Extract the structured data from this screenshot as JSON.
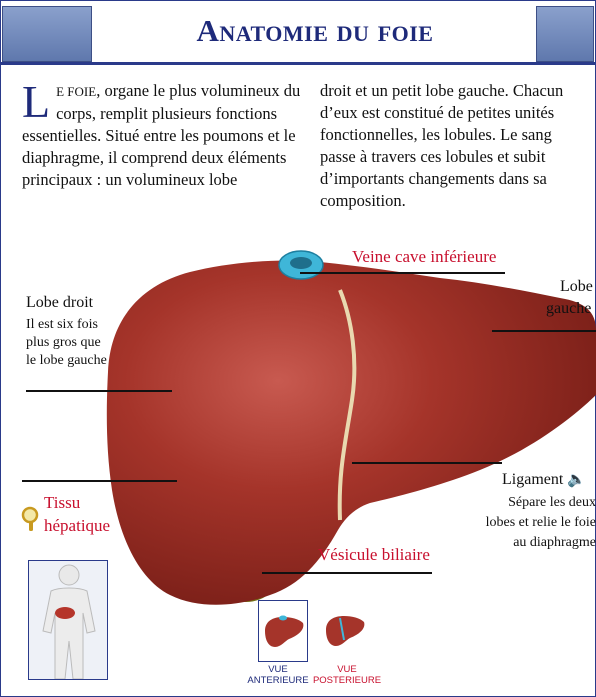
{
  "header": {
    "title": "Anatomie du foie"
  },
  "intro": {
    "dropcap": "L",
    "lead": "E FOIE",
    "col1_rest": ", organe le plus volumineux du corps, remplit plusieurs fonctions essentielles. Situé entre les poumons et le diaphragme, il comprend deux éléments principaux : un volumineux lobe",
    "col2": "droit et un petit lobe gauche. Chacun d’eux est constitué de petites unités fonctionnelles, les lobules. Le sang passe à travers ces lobules et subit d’importants changements dans sa composition."
  },
  "labels": {
    "veine_cave": "Veine cave inférieure",
    "lobe_droit_title": "Lobe droit",
    "lobe_droit_note_1": "Il est six fois",
    "lobe_droit_note_2": "plus gros que",
    "lobe_droit_note_3": "le lobe gauche",
    "lobe_gauche_1": "Lobe",
    "lobe_gauche_2": "gauche",
    "ligament_title": "Ligament",
    "ligament_note_1": "Sépare les deux",
    "ligament_note_2": "lobes et relie le foie",
    "ligament_note_3": "au diaphragme",
    "tissu_1": "Tissu",
    "tissu_2": "hépatique",
    "vesicule": "Vésicule biliaire"
  },
  "views": {
    "anterior_1": "VUE",
    "anterior_2": "ANTERIEURE",
    "posterior_1": "VUE",
    "posterior_2": "POSTERIEURE"
  },
  "icons": {
    "speaker": "speaker-icon",
    "magnifier": "magnifier-icon"
  },
  "colors": {
    "title_blue": "#1e2a7a",
    "label_red": "#c8102e",
    "liver": "#9e2b22",
    "vein": "#3fb6d8",
    "gallbladder": "#8a8a18"
  }
}
